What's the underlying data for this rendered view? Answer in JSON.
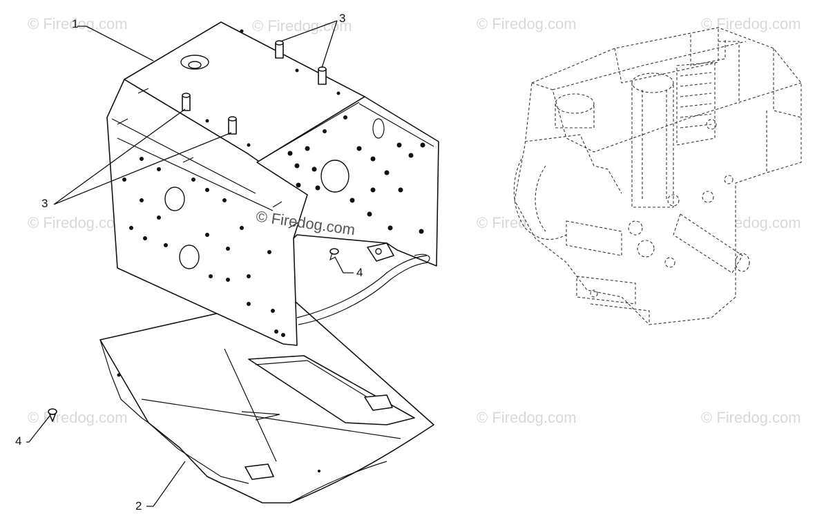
{
  "watermark": {
    "text": "© Firedog.com"
  },
  "callouts": {
    "c1": "1",
    "c2": "2",
    "c3a": "3",
    "c3b": "3",
    "c4a": "4",
    "c4b": "4"
  },
  "colors": {
    "line": "#111111",
    "watermark": "#d8d8d8",
    "background": "#ffffff"
  }
}
